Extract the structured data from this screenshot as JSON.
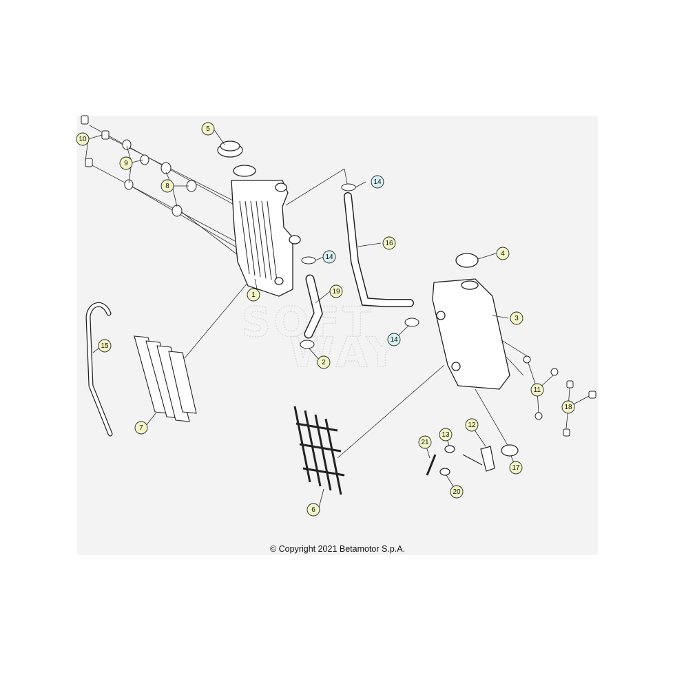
{
  "diagram": {
    "colors": {
      "panel_bg": "#f3f3f3",
      "callout_yellow": "#f4f5c7",
      "callout_cyan": "#d6f1f4",
      "line": "#222222",
      "watermark": "#d9d9d9"
    },
    "callouts": [
      {
        "id": "c1",
        "label": "1",
        "color": "yellow"
      },
      {
        "id": "c2",
        "label": "2",
        "color": "yellow"
      },
      {
        "id": "c3",
        "label": "3",
        "color": "yellow"
      },
      {
        "id": "c4",
        "label": "4",
        "color": "yellow"
      },
      {
        "id": "c5",
        "label": "5",
        "color": "yellow"
      },
      {
        "id": "c6",
        "label": "6",
        "color": "yellow"
      },
      {
        "id": "c7",
        "label": "7",
        "color": "yellow"
      },
      {
        "id": "c8",
        "label": "8",
        "color": "yellow"
      },
      {
        "id": "c9",
        "label": "9",
        "color": "yellow"
      },
      {
        "id": "c10",
        "label": "10",
        "color": "yellow"
      },
      {
        "id": "c11",
        "label": "11",
        "color": "yellow"
      },
      {
        "id": "c12",
        "label": "12",
        "color": "yellow"
      },
      {
        "id": "c13",
        "label": "13",
        "color": "yellow"
      },
      {
        "id": "c14a",
        "label": "14",
        "color": "cyan"
      },
      {
        "id": "c14b",
        "label": "14",
        "color": "cyan"
      },
      {
        "id": "c14c",
        "label": "14",
        "color": "cyan"
      },
      {
        "id": "c15",
        "label": "15",
        "color": "yellow"
      },
      {
        "id": "c16",
        "label": "16",
        "color": "yellow"
      },
      {
        "id": "c17",
        "label": "17",
        "color": "yellow"
      },
      {
        "id": "c18",
        "label": "18",
        "color": "yellow"
      },
      {
        "id": "c19",
        "label": "19",
        "color": "yellow"
      },
      {
        "id": "c20",
        "label": "20",
        "color": "yellow"
      },
      {
        "id": "c21",
        "label": "21",
        "color": "yellow"
      }
    ],
    "watermark_lines": [
      "SOFT",
      "WAY"
    ],
    "copyright": "© Copyright 2021 Betamotor S.p.A."
  }
}
